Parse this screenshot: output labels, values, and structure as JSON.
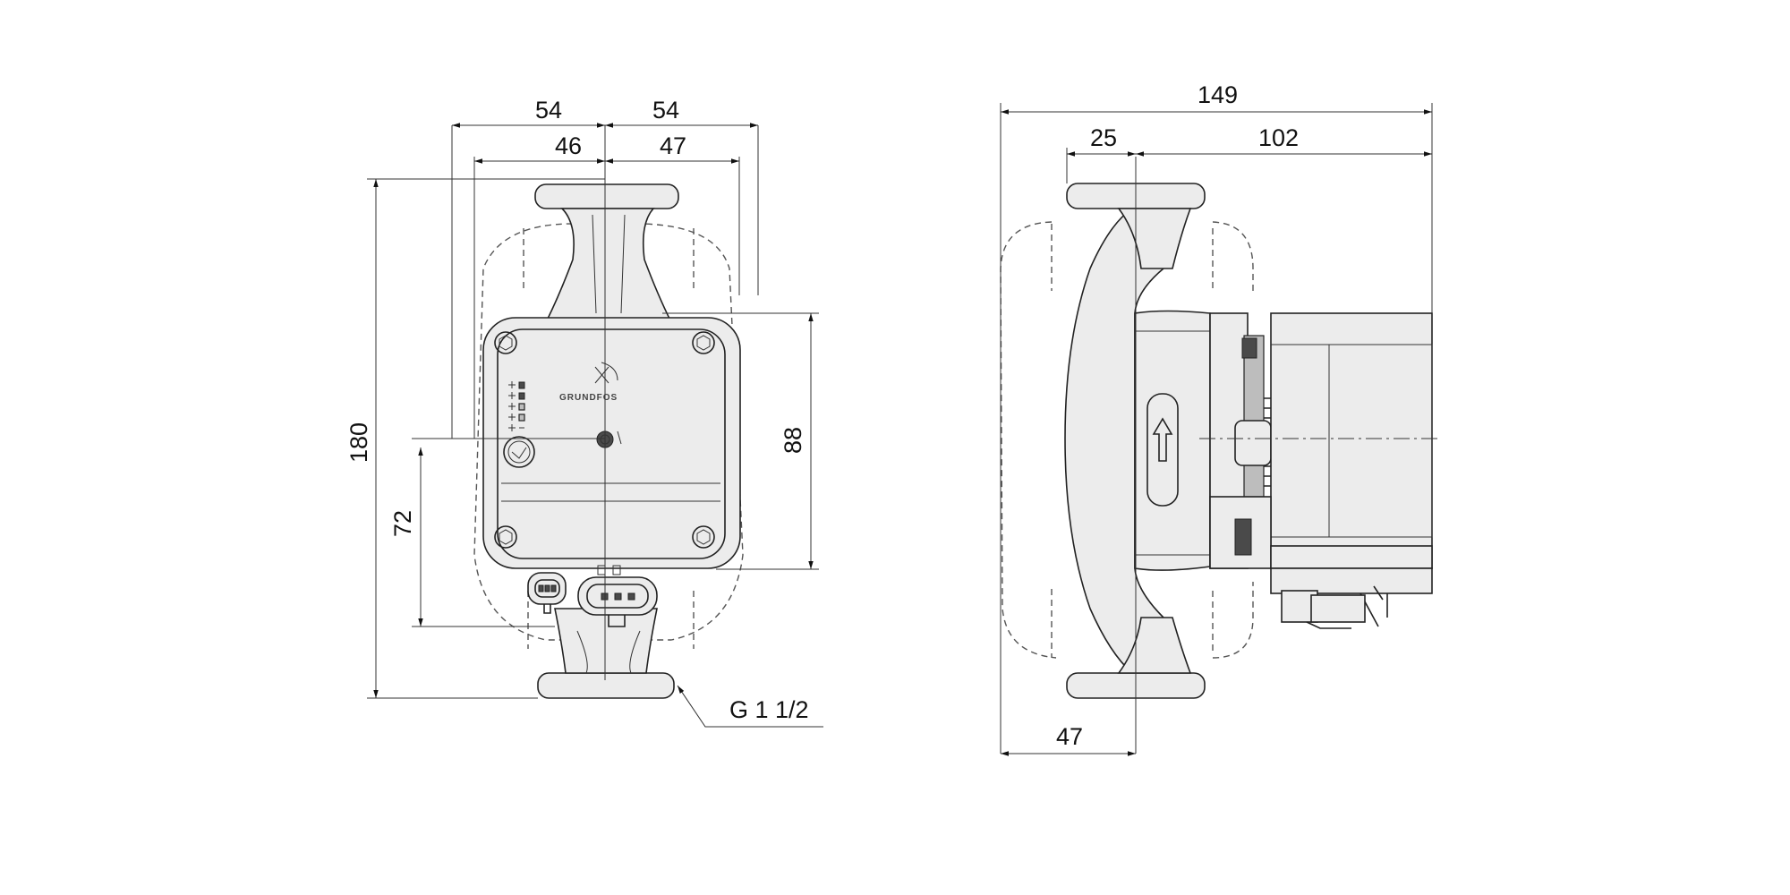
{
  "front_view": {
    "dims": {
      "top_left_width": "54",
      "top_right_width": "54",
      "inner_left_width": "46",
      "inner_right_width": "47",
      "total_height": "180",
      "lower_height": "72",
      "control_box_height": "88"
    },
    "connection_label": "G 1 1/2",
    "logo_text": "GRUNDFOS"
  },
  "side_view": {
    "dims": {
      "overall_length": "149",
      "flange_offset": "25",
      "motor_length": "102",
      "bottom_offset": "47"
    }
  }
}
